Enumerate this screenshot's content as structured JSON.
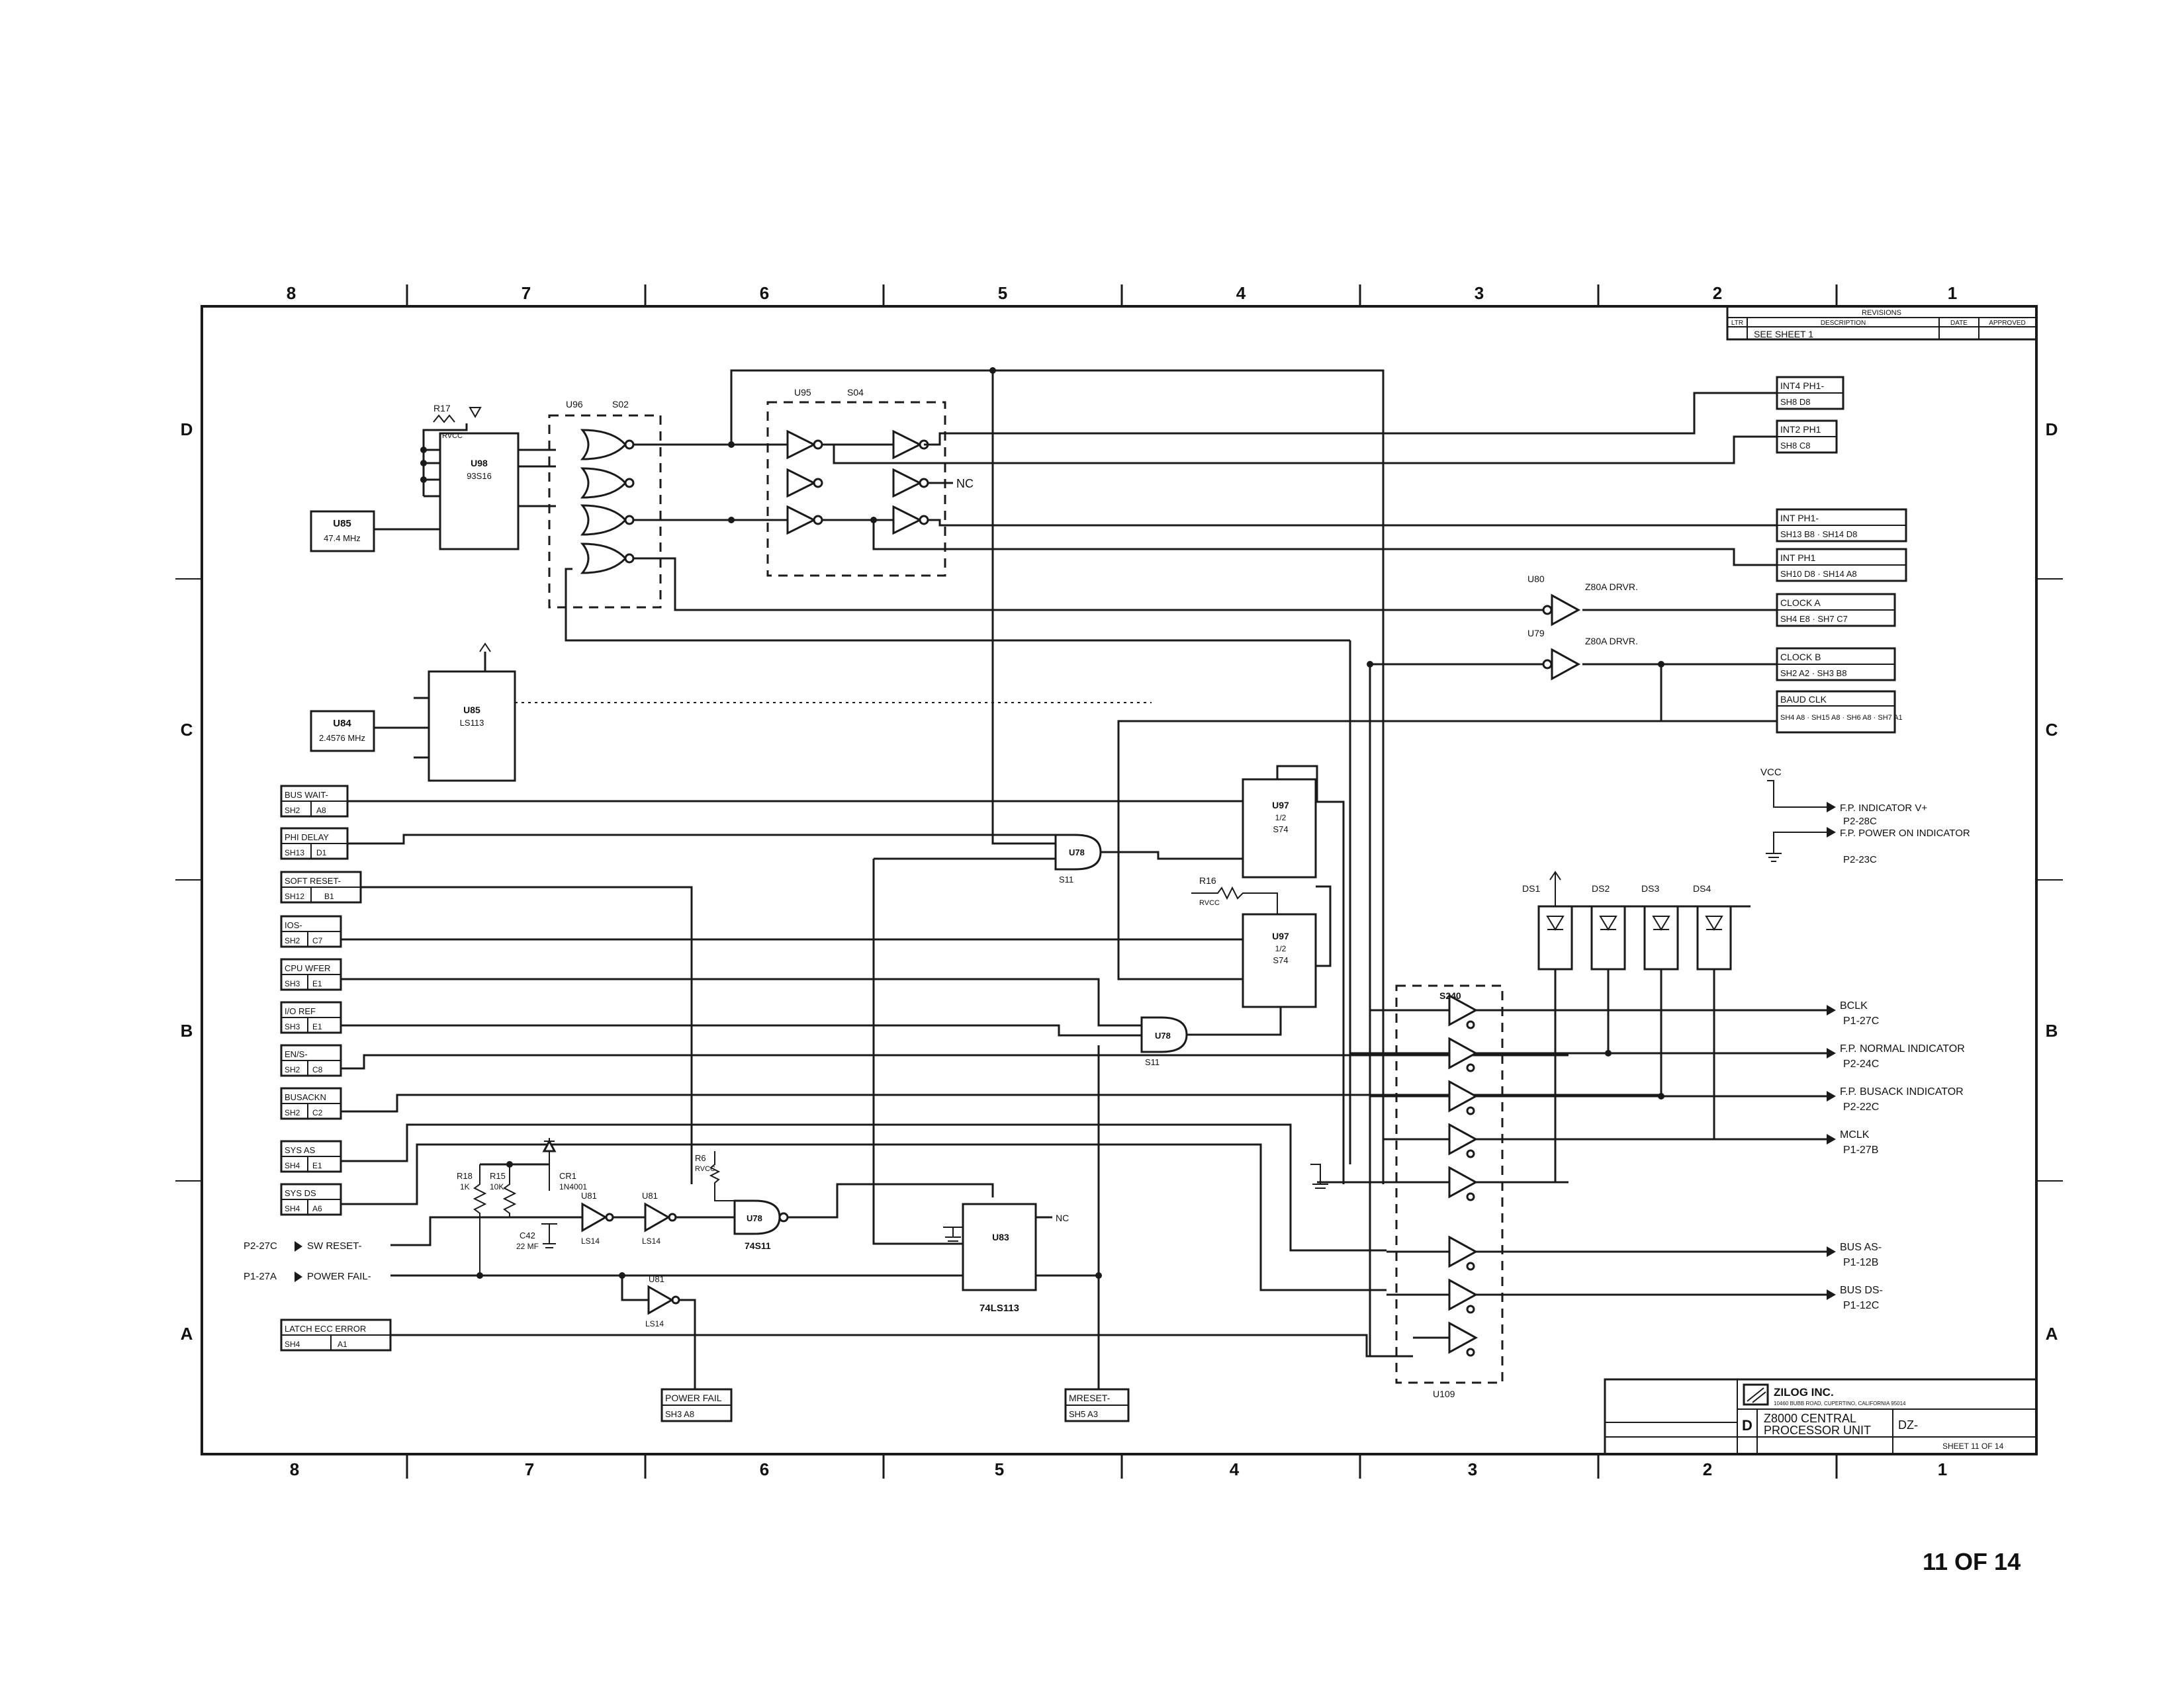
{
  "zones_top": [
    "8",
    "7",
    "6",
    "5",
    "4",
    "3",
    "2",
    "1"
  ],
  "zones_bottom": [
    "8",
    "7",
    "6",
    "5",
    "4",
    "3",
    "2",
    "1"
  ],
  "rows_left": [
    "D",
    "C",
    "B",
    "A"
  ],
  "rows_right": [
    "D",
    "C",
    "B",
    "A"
  ],
  "revision_block": {
    "header": "REVISIONS",
    "cols": [
      "LTR",
      "DESCRIPTION",
      "DATE",
      "APPROVED"
    ],
    "entry": "SEE SHEET 1"
  },
  "clock_sources": [
    {
      "ref": "U85",
      "value": "47.4 MHz"
    },
    {
      "ref": "U84",
      "value": "2.4576 MHz"
    }
  ],
  "chips": {
    "u98": {
      "ref": "U98",
      "type": "93S16"
    },
    "u85": {
      "ref": "U85",
      "type": "LS113"
    },
    "u96_label": "U96",
    "u96_type": "S02",
    "u95_label": "U95",
    "u95_type": "S04",
    "u97a": {
      "ref": "U97",
      "half": "1/2",
      "type": "S74"
    },
    "u97b": {
      "ref": "U97",
      "half": "1/2",
      "type": "S74"
    },
    "u78a": {
      "ref": "U78",
      "type": "S11"
    },
    "u78b": {
      "ref": "U78",
      "type": "S11"
    },
    "u78c": {
      "ref": "U78",
      "type": "74S11"
    },
    "u83": {
      "ref": "U83",
      "type": "74LS113"
    },
    "u109": {
      "ref": "U109",
      "type": "S240"
    },
    "u80": {
      "ref": "U80",
      "drv": "Z80A DRVR."
    },
    "u79": {
      "ref": "U79",
      "drv": "Z80A DRVR."
    },
    "u81a": {
      "ref": "U81",
      "type": "LS14"
    },
    "u81b": {
      "ref": "U81",
      "type": "LS14"
    },
    "u81c": {
      "ref": "U81",
      "type": "LS14"
    }
  },
  "resistors": {
    "r17": {
      "ref": "R17",
      "val": "RVCC"
    },
    "r16": {
      "ref": "R16",
      "val": "RVCC"
    },
    "r6": {
      "ref": "R6",
      "val": "RVCC"
    },
    "r18": {
      "ref": "R18",
      "val": "1K"
    },
    "r15": {
      "ref": "R15",
      "val": "10K"
    },
    "cr1": {
      "ref": "CR1",
      "val": "1N4001"
    },
    "c42": {
      "ref": "C42",
      "val": "22 MF"
    }
  },
  "left_connectors": [
    {
      "name": "BUS WAIT-",
      "ref": "SH2",
      "zone": "A8"
    },
    {
      "name": "PHI DELAY",
      "ref": "SH13",
      "zone": "D1"
    },
    {
      "name": "SOFT RESET-",
      "ref": "SH12",
      "zone": "B1"
    },
    {
      "name": "IOS-",
      "ref": "SH2",
      "zone": "C7"
    },
    {
      "name": "CPU WFER",
      "ref": "SH3",
      "zone": "E1"
    },
    {
      "name": "I/O REF",
      "ref": "SH3",
      "zone": "E1"
    },
    {
      "name": "EN/S-",
      "ref": "SH2",
      "zone": "C8"
    },
    {
      "name": "BUSACKN",
      "ref": "SH2",
      "zone": "C2"
    },
    {
      "name": "SYS AS",
      "ref": "SH4",
      "zone": "E1"
    },
    {
      "name": "SYS DS",
      "ref": "SH4",
      "zone": "A6"
    },
    {
      "name": "LATCH ECC ERROR",
      "ref": "SH4",
      "zone": "A1"
    }
  ],
  "edge_inputs": [
    {
      "pin": "P2-27C",
      "name": "SW RESET-"
    },
    {
      "pin": "P1-27A",
      "name": "POWER FAIL-"
    }
  ],
  "right_connectors": [
    {
      "name": "INT4 PH1-",
      "refs": "SH8 D8"
    },
    {
      "name": "INT2 PH1",
      "refs": "SH8 C8"
    },
    {
      "name": "INT PH1-",
      "refs": "SH13 B8 · SH14 D8"
    },
    {
      "name": "INT PH1",
      "refs": "SH10 D8 · SH14 A8"
    },
    {
      "name": "CLOCK A",
      "refs": "SH4 E8 · SH7 C7"
    },
    {
      "name": "CLOCK B",
      "refs": "SH2 A2 · SH3 B8"
    },
    {
      "name": "BAUD CLK",
      "refs": "SH4 A8 · SH15 A8 · SH6 A8 · SH7 A1"
    }
  ],
  "outputs": [
    {
      "name": "BCLK",
      "pin": "P1-27C"
    },
    {
      "name": "F.P. NORMAL INDICATOR",
      "pin": "P2-24C"
    },
    {
      "name": "F.P. BUSACK INDICATOR",
      "pin": "P2-22C"
    },
    {
      "name": "MCLK",
      "pin": "P1-27B"
    },
    {
      "name": "BUS AS-",
      "pin": "P1-12B"
    },
    {
      "name": "BUS DS-",
      "pin": "P1-12C"
    }
  ],
  "fp_outputs": [
    {
      "name": "F.P. INDICATOR V+",
      "pin": "P2-28C"
    },
    {
      "name": "F.P. POWER ON INDICATOR",
      "pin": "P2-23C"
    }
  ],
  "vcc_label": "VCC",
  "leds": [
    "DS1",
    "DS2",
    "DS3",
    "DS4"
  ],
  "bottom_connectors": [
    {
      "name": "POWER FAIL",
      "refs": "SH3 A8"
    },
    {
      "name": "MRESET-",
      "refs": "SH5 A3"
    }
  ],
  "nc_label": "NC",
  "title_block": {
    "company": "ZILOG INC.",
    "address": "10460 BUBB ROAD, CUPERTINO, CALIFORNIA 95014",
    "title_line1": "Z8000 CENTRAL",
    "title_line2": "PROCESSOR UNIT",
    "size": "D",
    "dwg_no": "DZ-",
    "sheet": "SHEET 11 OF 14"
  },
  "page_number": "11 OF 14"
}
